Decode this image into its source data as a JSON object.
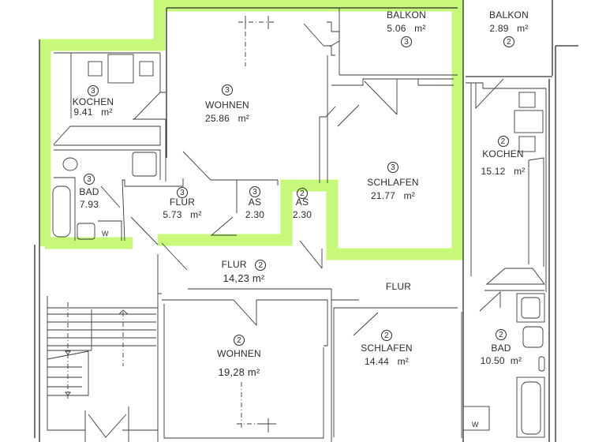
{
  "plan": {
    "highlight_color": "#c6f87a",
    "line_color": "#2a2a2a",
    "unit": "m²"
  },
  "rooms": [
    {
      "id": "balkon-3",
      "unit_no": "3",
      "name": "BALKON",
      "area": "5.06",
      "unit_label": "m²"
    },
    {
      "id": "balkon-2",
      "unit_no": "2",
      "name": "BALKON",
      "area": "2.89",
      "unit_label": "m²"
    },
    {
      "id": "kochen-3",
      "unit_no": "3",
      "name": "KOCHEN",
      "area": "9.41",
      "unit_label": "m²"
    },
    {
      "id": "wohnen-3",
      "unit_no": "3",
      "name": "WOHNEN",
      "area": "25.86",
      "unit_label": "m²"
    },
    {
      "id": "kochen-2",
      "unit_no": "2",
      "name": "KOCHEN",
      "area": "15.12",
      "unit_label": "m²"
    },
    {
      "id": "bad-3",
      "unit_no": "3",
      "name": "BAD",
      "area": "7.93",
      "unit_label": "m²"
    },
    {
      "id": "flur-3",
      "unit_no": "3",
      "name": "FLUR",
      "area": "5.73",
      "unit_label": "m²"
    },
    {
      "id": "as-3",
      "unit_no": "3",
      "name": "AS",
      "area": "2.30",
      "unit_label": ""
    },
    {
      "id": "as-2",
      "unit_no": "2",
      "name": "AS",
      "area": "2.30",
      "unit_label": ""
    },
    {
      "id": "schlafen-3",
      "unit_no": "3",
      "name": "SCHLAFEN",
      "area": "21.77",
      "unit_label": "m²"
    },
    {
      "id": "flur-2a",
      "unit_no": "2",
      "name": "FLUR",
      "area": "14,23",
      "unit_label": "m²"
    },
    {
      "id": "flur-2b",
      "unit_no": "",
      "name": "FLUR",
      "area": "",
      "unit_label": ""
    },
    {
      "id": "wohnen-2",
      "unit_no": "2",
      "name": "WOHNEN",
      "area": "19,28",
      "unit_label": "m²"
    },
    {
      "id": "schlafen-2",
      "unit_no": "2",
      "name": "SCHLAFEN",
      "area": "14.44",
      "unit_label": "m²"
    },
    {
      "id": "bad-2",
      "unit_no": "2",
      "name": "BAD",
      "area": "10.50",
      "unit_label": "m²"
    }
  ],
  "fixtures": {
    "washer_label_3": "W",
    "washer_label_2": "W"
  }
}
